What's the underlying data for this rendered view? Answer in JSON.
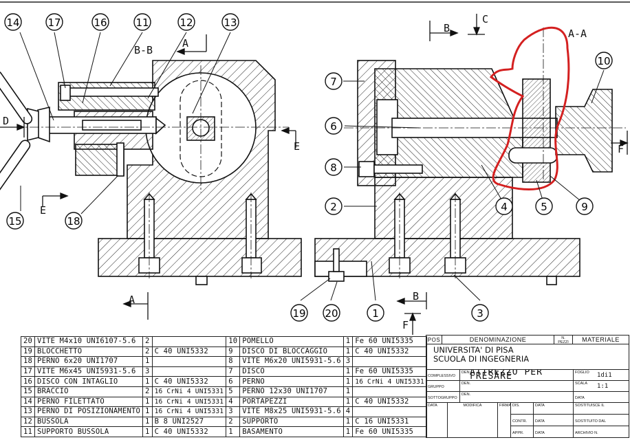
{
  "sections": {
    "bb": "B-B",
    "aa": "A-A",
    "cut_letters": {
      "a1": "A",
      "a2": "A",
      "b1": "B",
      "b2": "B",
      "c": "C",
      "d": "D",
      "e1": "E",
      "e2": "E",
      "f1": "F",
      "f2": "F"
    }
  },
  "balloons": {
    "b14": "14",
    "b17": "17",
    "b16": "16",
    "b11": "11",
    "b12": "12",
    "b13": "13",
    "b15": "15",
    "b18": "18",
    "b10": "10",
    "b7": "7",
    "b6": "6",
    "b8": "8",
    "b2": "2",
    "b4": "4",
    "b5": "5",
    "b9": "9",
    "b19": "19",
    "b20": "20",
    "b1": "1",
    "b3": "3"
  },
  "annotation": {
    "color": "#d42020",
    "shape": "hand-drawn outline around knob and disc area"
  },
  "bom": {
    "rows": [
      {
        "n": "20",
        "desc": "VITE M4x10 UNI6107-5.6",
        "q": "2",
        "mat": "",
        "n2": "10",
        "desc2": "POMELLO",
        "q2": "1",
        "mat2": "Fe 60 UNI5335"
      },
      {
        "n": "19",
        "desc": "BLOCCHETTO",
        "q": "2",
        "mat": "C 40 UNI5332",
        "n2": "9",
        "desc2": "DISCO DI BLOCCAGGIO",
        "q2": "1",
        "mat2": "C 40 UNI5332"
      },
      {
        "n": "18",
        "desc": "PERNO 6x20 UNI1707",
        "q": "1",
        "mat": "",
        "n2": "8",
        "desc2": "VITE M6x20 UNI5931-5.6",
        "q2": "3",
        "mat2": ""
      },
      {
        "n": "17",
        "desc": "VITE M6x45 UNI5931-5.6",
        "q": "3",
        "mat": "",
        "n2": "7",
        "desc2": "DISCO",
        "q2": "1",
        "mat2": "Fe 60 UNI5335"
      },
      {
        "n": "16",
        "desc": "DISCO CON INTAGLIO",
        "q": "1",
        "mat": "C 40 UNI5332",
        "n2": "6",
        "desc2": "PERNO",
        "q2": "1",
        "mat2": "16 CrNi 4 UNI5331"
      },
      {
        "n": "15",
        "desc": "BRACCIO",
        "q": "2",
        "mat": "16 CrNi 4 UNI5331",
        "n2": "5",
        "desc2": "PERNO 12x30 UNI1707",
        "q2": "1",
        "mat2": ""
      },
      {
        "n": "14",
        "desc": "PERNO FILETTATO",
        "q": "1",
        "mat": "16 CrNi 4 UNI5331",
        "n2": "4",
        "desc2": "PORTAPEZZI",
        "q2": "1",
        "mat2": "C 40 UNI5332"
      },
      {
        "n": "13",
        "desc": "PERNO DI POSIZIONAMENTO",
        "q": "1",
        "mat": "16 CrNi 4 UNI5331",
        "n2": "3",
        "desc2": "VITE M8x25 UNI5931-5.6",
        "q2": "4",
        "mat2": ""
      },
      {
        "n": "12",
        "desc": "BUSSOLA",
        "q": "1",
        "mat": "B 8 UNI2527",
        "n2": "2",
        "desc2": "SUPPORTO",
        "q2": "1",
        "mat2": "C 16 UNI5331"
      },
      {
        "n": "11",
        "desc": "SUPPORTO BUSSOLA",
        "q": "1",
        "mat": "C 40 UNI5332",
        "n2": "1",
        "desc2": "BASAMENTO",
        "q2": "1",
        "mat2": "Fe 60 UNI5335"
      }
    ]
  },
  "title_block": {
    "pos": "POS",
    "denominazione": "DENOMINAZIONE",
    "pezzi": "N.\nPEZZI",
    "materiale": "MATERIALE",
    "univ_line1": "UNIVERSITA' DI PISA",
    "univ_line2": "SCUOLA DI INGEGNERIA",
    "complessivo": "COMPLESSIVO",
    "den1": "DEN.",
    "title": "ATTREZZO PER FRESARE",
    "foglio": "FOGLIO",
    "foglio_val": "1di1",
    "gruppo": "GRUPPO",
    "den2": "DEN.",
    "scala": "SCALA",
    "scala_val": "1:1",
    "sottogruppo": "SOTTOGRUPPO",
    "den3": "DEN.",
    "data": "DATA",
    "col_data": "DATA",
    "col_modifica": "MODIFICA",
    "col_firma": "FIRMA",
    "dis": "DIS.",
    "dis_data": "DATA",
    "sostituisce": "SOSTITUISCE IL",
    "contr": "CONTR.",
    "contr_data": "DATA",
    "sostituito": "SOSTITUITO DAL",
    "appr": "APPR.",
    "appr_data": "DATA",
    "archivio": "ARCHIVIO N."
  }
}
